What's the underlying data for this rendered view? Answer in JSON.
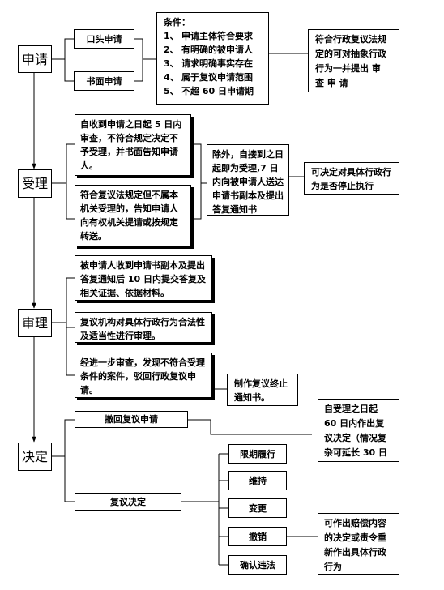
{
  "stages": {
    "apply": "申请",
    "accept": "受理",
    "review": "审理",
    "decide": "决定"
  },
  "apply": {
    "oral": "口头申请",
    "written": "书面申请",
    "conditions_title": "条件：",
    "conditions": [
      {
        "num": "1、",
        "text": "申请主体符合要求"
      },
      {
        "num": "2、",
        "text": "有明确的被申请人"
      },
      {
        "num": "3、",
        "text": "请求明确事实存在"
      },
      {
        "num": "4、",
        "text": "属于复议申请范围"
      },
      {
        "num": "5、",
        "text": "不超 60 日申请期"
      }
    ],
    "abstract_note": "符合行政复议法规定的可对抽象行政行为一并提出 审 查 申 请"
  },
  "accept": {
    "reject": "自收到申请之日起 5 日内审查，不符合规定决定不予受理，并书面告知申请人。",
    "transfer": "符合复议法规定但不属本机关受理的，告知申请人向有权机关提请或按规定转送。",
    "accepted": "除外，自接到之日起即为受理,7 日内向被申请人送达申请书副本及提出答复通知书",
    "execution_note": "可决定对具体行政行为是否停止执行"
  },
  "review": {
    "reply": "被申请人收到申请书副本及提出答复通知后 10 日内提交答复及相关证据、依据材料。",
    "legality": "复议机构对具体行政行为合法性及适当性进行审理。",
    "dismiss": "经进一步审查，发现不符合受理条件的案件，驳回行政复议申请。",
    "termination": "制作复议终止通知书。"
  },
  "decide": {
    "withdraw": "撤回复议申请",
    "decision": "复议决定",
    "deadline_note": "自受理之日起 60 日内作出复议决定（情况复杂可延长 30 日",
    "options": [
      "限期履行",
      "维持",
      "变更",
      "撤销",
      "确认违法"
    ],
    "compensation_note": "可作出赔偿内容的决定或责令重新作出具体行政行为"
  }
}
